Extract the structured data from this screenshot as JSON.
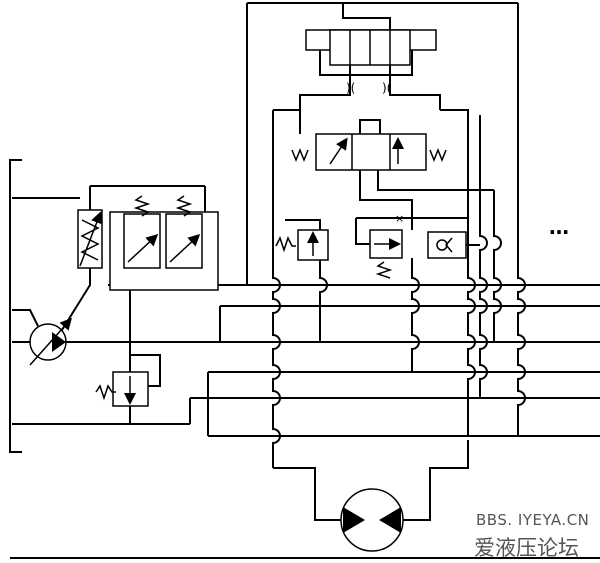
{
  "watermark": {
    "url": "BBS. IYEYA.CN",
    "site_name": "爱液压论坛"
  },
  "continuation_mark": "…",
  "components": [
    "variable-displacement-pump",
    "pump-pressure-compensator",
    "pressure-relief-valve",
    "pressure-reducing-valve",
    "check-valve",
    "directional-valve",
    "pilot-directional-valve",
    "hydraulic-motor"
  ]
}
